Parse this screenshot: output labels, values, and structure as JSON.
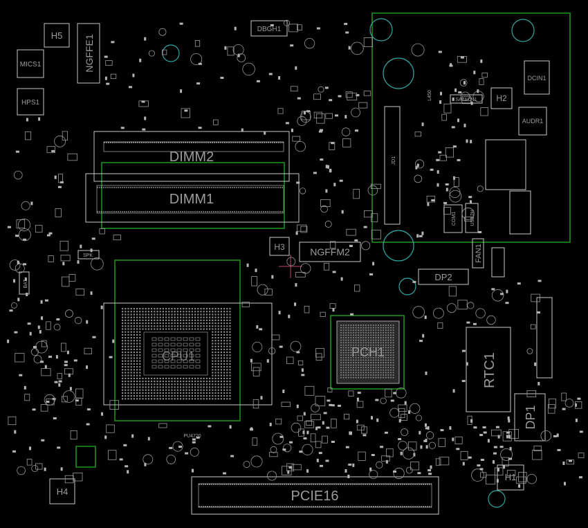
{
  "board": {
    "background": "#000000",
    "silkscreen_color": "#c8c8c8",
    "keepout_color": "#1f8f1f",
    "mounting_hole_color": "#2fa7a2"
  },
  "labels": {
    "dimm2": "DIMM2",
    "dimm1": "DIMM1",
    "cpu": "CPU1",
    "pch": "PCH1",
    "pcie": "PCIE16",
    "ngffe": "NGFFE1",
    "ngffm": "NGFFM2",
    "rtc": "RTC1",
    "dp1": "DP1",
    "dp2": "DP2",
    "dcin": "DCIN1",
    "audr": "AUDR1",
    "satacn": "SATACN1",
    "com": "COM1",
    "usb": "USB2H",
    "fan": "FAN1",
    "dbgh": "DBGH1",
    "h1": "H1",
    "h2": "H2",
    "h3": "H3",
    "h4": "H4",
    "h5": "H5",
    "mics": "MICS1",
    "hps": "HPS1",
    "spk": "SPK",
    "bat": "BAT",
    "l450": "L450",
    "jd": "JD1",
    "pu": "PU4720"
  }
}
